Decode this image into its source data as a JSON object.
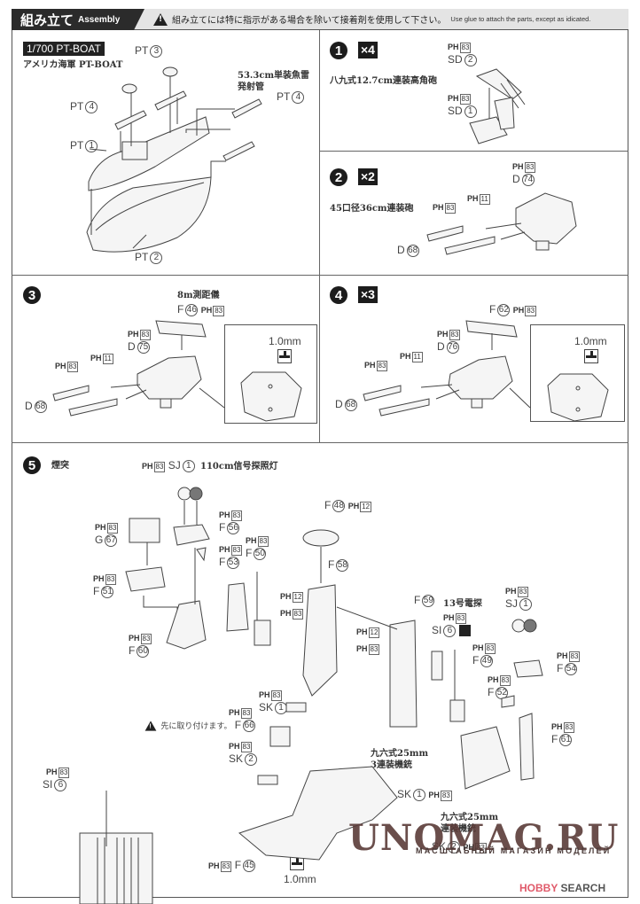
{
  "header": {
    "title_jp": "組み立て",
    "title_en": "Assembly",
    "warning_jp": "組み立てには特に指示がある場合を除いて接着剤を使用して下さい。",
    "warning_en": "Use glue to attach the parts, except as idicated."
  },
  "pt_boat": {
    "tag": "1/700 PT-BOAT",
    "subtitle": "アメリカ海軍 PT-BOAT",
    "torpedo_label": "53.3cm単装魚雷\n発射管",
    "parts": [
      {
        "code": "PT",
        "num": "3"
      },
      {
        "code": "PT",
        "num": "4"
      },
      {
        "code": "PT",
        "num": "4"
      },
      {
        "code": "PT",
        "num": "1"
      },
      {
        "code": "PT",
        "num": "2"
      }
    ]
  },
  "step1": {
    "num": "1",
    "mult": "×4",
    "label": "八九式12.7cm連装高角砲",
    "parts": [
      {
        "paint": "83",
        "code": "SD",
        "num": "2"
      },
      {
        "paint": "83",
        "code": "SD",
        "num": "1"
      }
    ]
  },
  "step2": {
    "num": "2",
    "mult": "×2",
    "label": "45口径36cm連装砲",
    "parts": [
      {
        "paint": "83",
        "code": "D",
        "num": "74"
      },
      {
        "paint": "11"
      },
      {
        "paint": "83"
      },
      {
        "code": "D",
        "num": "68"
      }
    ]
  },
  "step3": {
    "num": "3",
    "label": "8m測距儀",
    "drill": "1.0mm",
    "parts": [
      {
        "paint": "83",
        "code": "F",
        "num": "46"
      },
      {
        "paint": "83",
        "code": "D",
        "num": "75"
      },
      {
        "paint": "11"
      },
      {
        "paint": "83"
      },
      {
        "code": "D",
        "num": "68"
      }
    ]
  },
  "step4": {
    "num": "4",
    "mult": "×3",
    "drill": "1.0mm",
    "parts": [
      {
        "paint": "83",
        "code": "F",
        "num": "62"
      },
      {
        "paint": "83",
        "code": "D",
        "num": "76"
      },
      {
        "paint": "11"
      },
      {
        "paint": "83"
      },
      {
        "code": "D",
        "num": "68"
      }
    ]
  },
  "step5": {
    "num": "5",
    "label": "煙突",
    "searchlight_label": "110cm信号探照灯",
    "radar_label": "13号電探",
    "mg3_label": "九六式25mm\n3連装機銃",
    "mg2_label": "九六式25mm\n連装機銃",
    "attach_first": "先に取り付けます。",
    "drill": "1.0mm",
    "parts": [
      {
        "id": "sj1-left",
        "paint": "83",
        "code": "SJ",
        "num": "1"
      },
      {
        "id": "g67",
        "paint": "83",
        "code": "G",
        "num": "67"
      },
      {
        "id": "f56",
        "paint": "83",
        "code": "F",
        "num": "56"
      },
      {
        "id": "f53",
        "paint": "83",
        "code": "F",
        "num": "53"
      },
      {
        "id": "f50",
        "paint": "83",
        "code": "F",
        "num": "50"
      },
      {
        "id": "f51",
        "paint": "83",
        "code": "F",
        "num": "51"
      },
      {
        "id": "f60",
        "paint": "83",
        "code": "F",
        "num": "60"
      },
      {
        "id": "f48",
        "paint": "12",
        "code": "F",
        "num": "48"
      },
      {
        "id": "f58",
        "code": "F",
        "num": "58"
      },
      {
        "id": "f58-p12",
        "paint": "12"
      },
      {
        "id": "f58-p83",
        "paint": "83"
      },
      {
        "id": "f59",
        "code": "F",
        "num": "59"
      },
      {
        "id": "f59-p12",
        "paint": "12"
      },
      {
        "id": "f59-p83",
        "paint": "83"
      },
      {
        "id": "si6",
        "paint": "83",
        "code": "SI",
        "num": "6"
      },
      {
        "id": "f49",
        "paint": "83",
        "code": "F",
        "num": "49"
      },
      {
        "id": "sj1-right",
        "paint": "83",
        "code": "SJ",
        "num": "1"
      },
      {
        "id": "f54",
        "paint": "83",
        "code": "F",
        "num": "54"
      },
      {
        "id": "f52",
        "paint": "83",
        "code": "F",
        "num": "52"
      },
      {
        "id": "f61",
        "paint": "83",
        "code": "F",
        "num": "61"
      },
      {
        "id": "sk1-upper",
        "paint": "83",
        "code": "SK",
        "num": "1"
      },
      {
        "id": "f66",
        "paint": "83",
        "code": "F",
        "num": "66"
      },
      {
        "id": "sk2-left",
        "paint": "83",
        "code": "SK",
        "num": "2"
      },
      {
        "id": "si6-detail",
        "paint": "83",
        "code": "SI",
        "num": "6"
      },
      {
        "id": "f45",
        "paint": "83",
        "code": "F",
        "num": "45"
      },
      {
        "id": "sk1-lower",
        "paint": "83",
        "code": "SK",
        "num": "1"
      },
      {
        "id": "sk2-lower",
        "paint": "83",
        "code": "SK",
        "num": "2"
      }
    ]
  },
  "paint_prefix": "PH",
  "watermark": {
    "main": "UNOMAG.RU",
    "sub": "МАСШТАБНЫЙ МАГАЗИН МОДЕЛЕЙ"
  },
  "credit": {
    "brand_red": "HOBBY",
    "brand_rest": " SEARCH",
    "accent_color": "#e05a6a"
  }
}
